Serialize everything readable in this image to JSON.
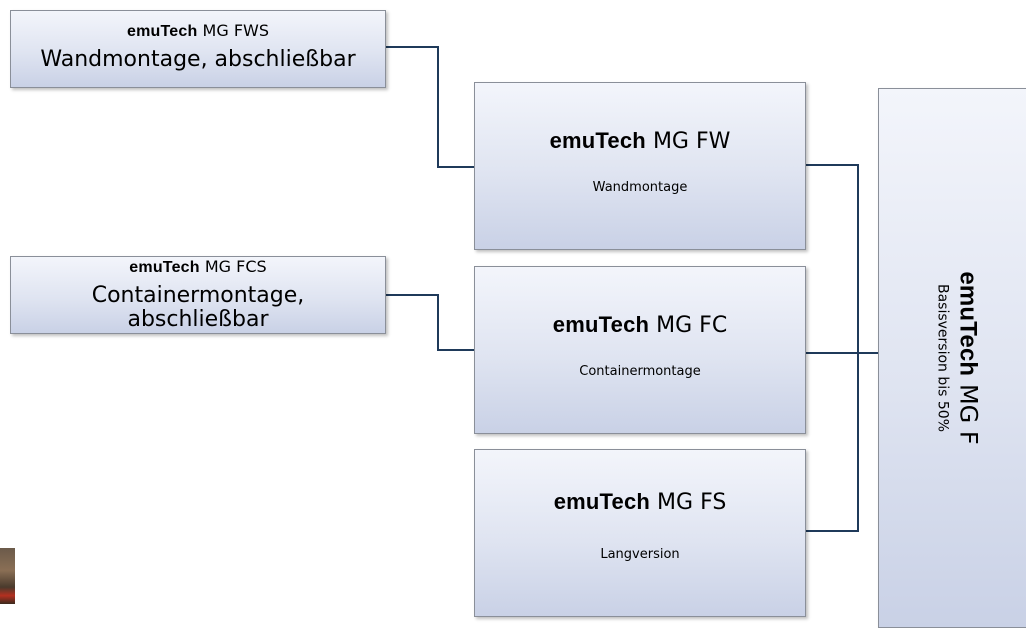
{
  "brand": "emuTech",
  "boxes": {
    "fws": {
      "model": "MG FWS",
      "desc": "Wandmontage, abschließbar"
    },
    "fcs": {
      "model": "MG FCS",
      "desc_line1": "Containermontage,",
      "desc_line2": "abschließbar"
    },
    "fw": {
      "model": "MG FW",
      "desc": "Wandmontage"
    },
    "fc": {
      "model": "MG FC",
      "desc": "Containermontage"
    },
    "fs": {
      "model": "MG FS",
      "desc": "Langversion"
    },
    "main": {
      "model": "MG F",
      "desc": "Basisversion bis 50%"
    }
  },
  "colors": {
    "connector": "#1f3a5a"
  }
}
